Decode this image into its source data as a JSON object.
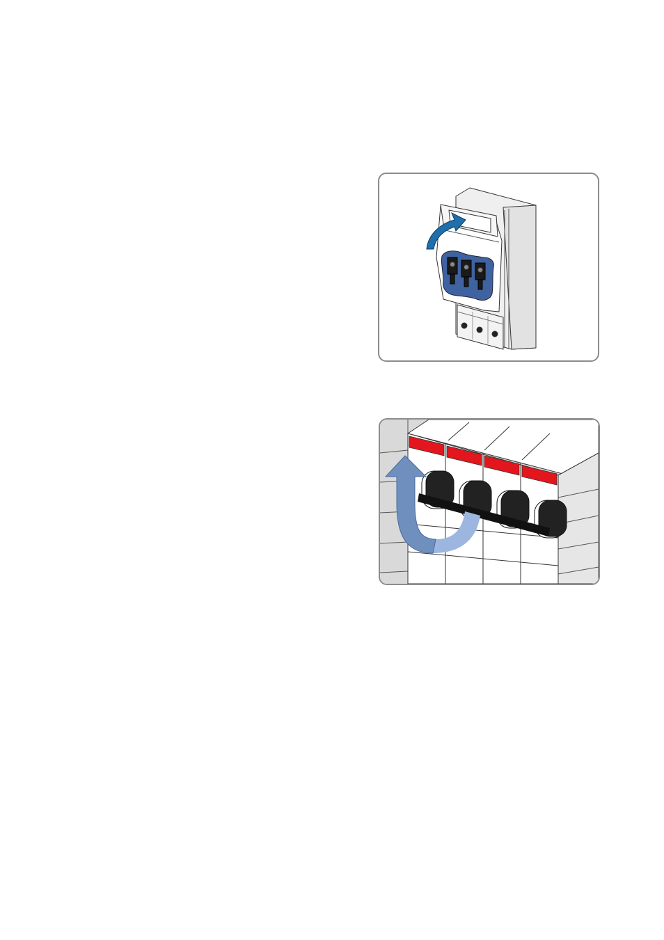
{
  "page": {
    "background": "#ffffff"
  },
  "figures": [
    {
      "id": "fuse-switch-disconnector",
      "icon": "fuse-switch-close-illustration",
      "arrow_color": "#1f6fad",
      "accent_color": "#3f63a0"
    },
    {
      "id": "circuit-breaker",
      "icon": "circuit-breaker-switch-on-illustration",
      "arrow_color": "#6f8fbe",
      "label_color": "#e3161d"
    }
  ]
}
